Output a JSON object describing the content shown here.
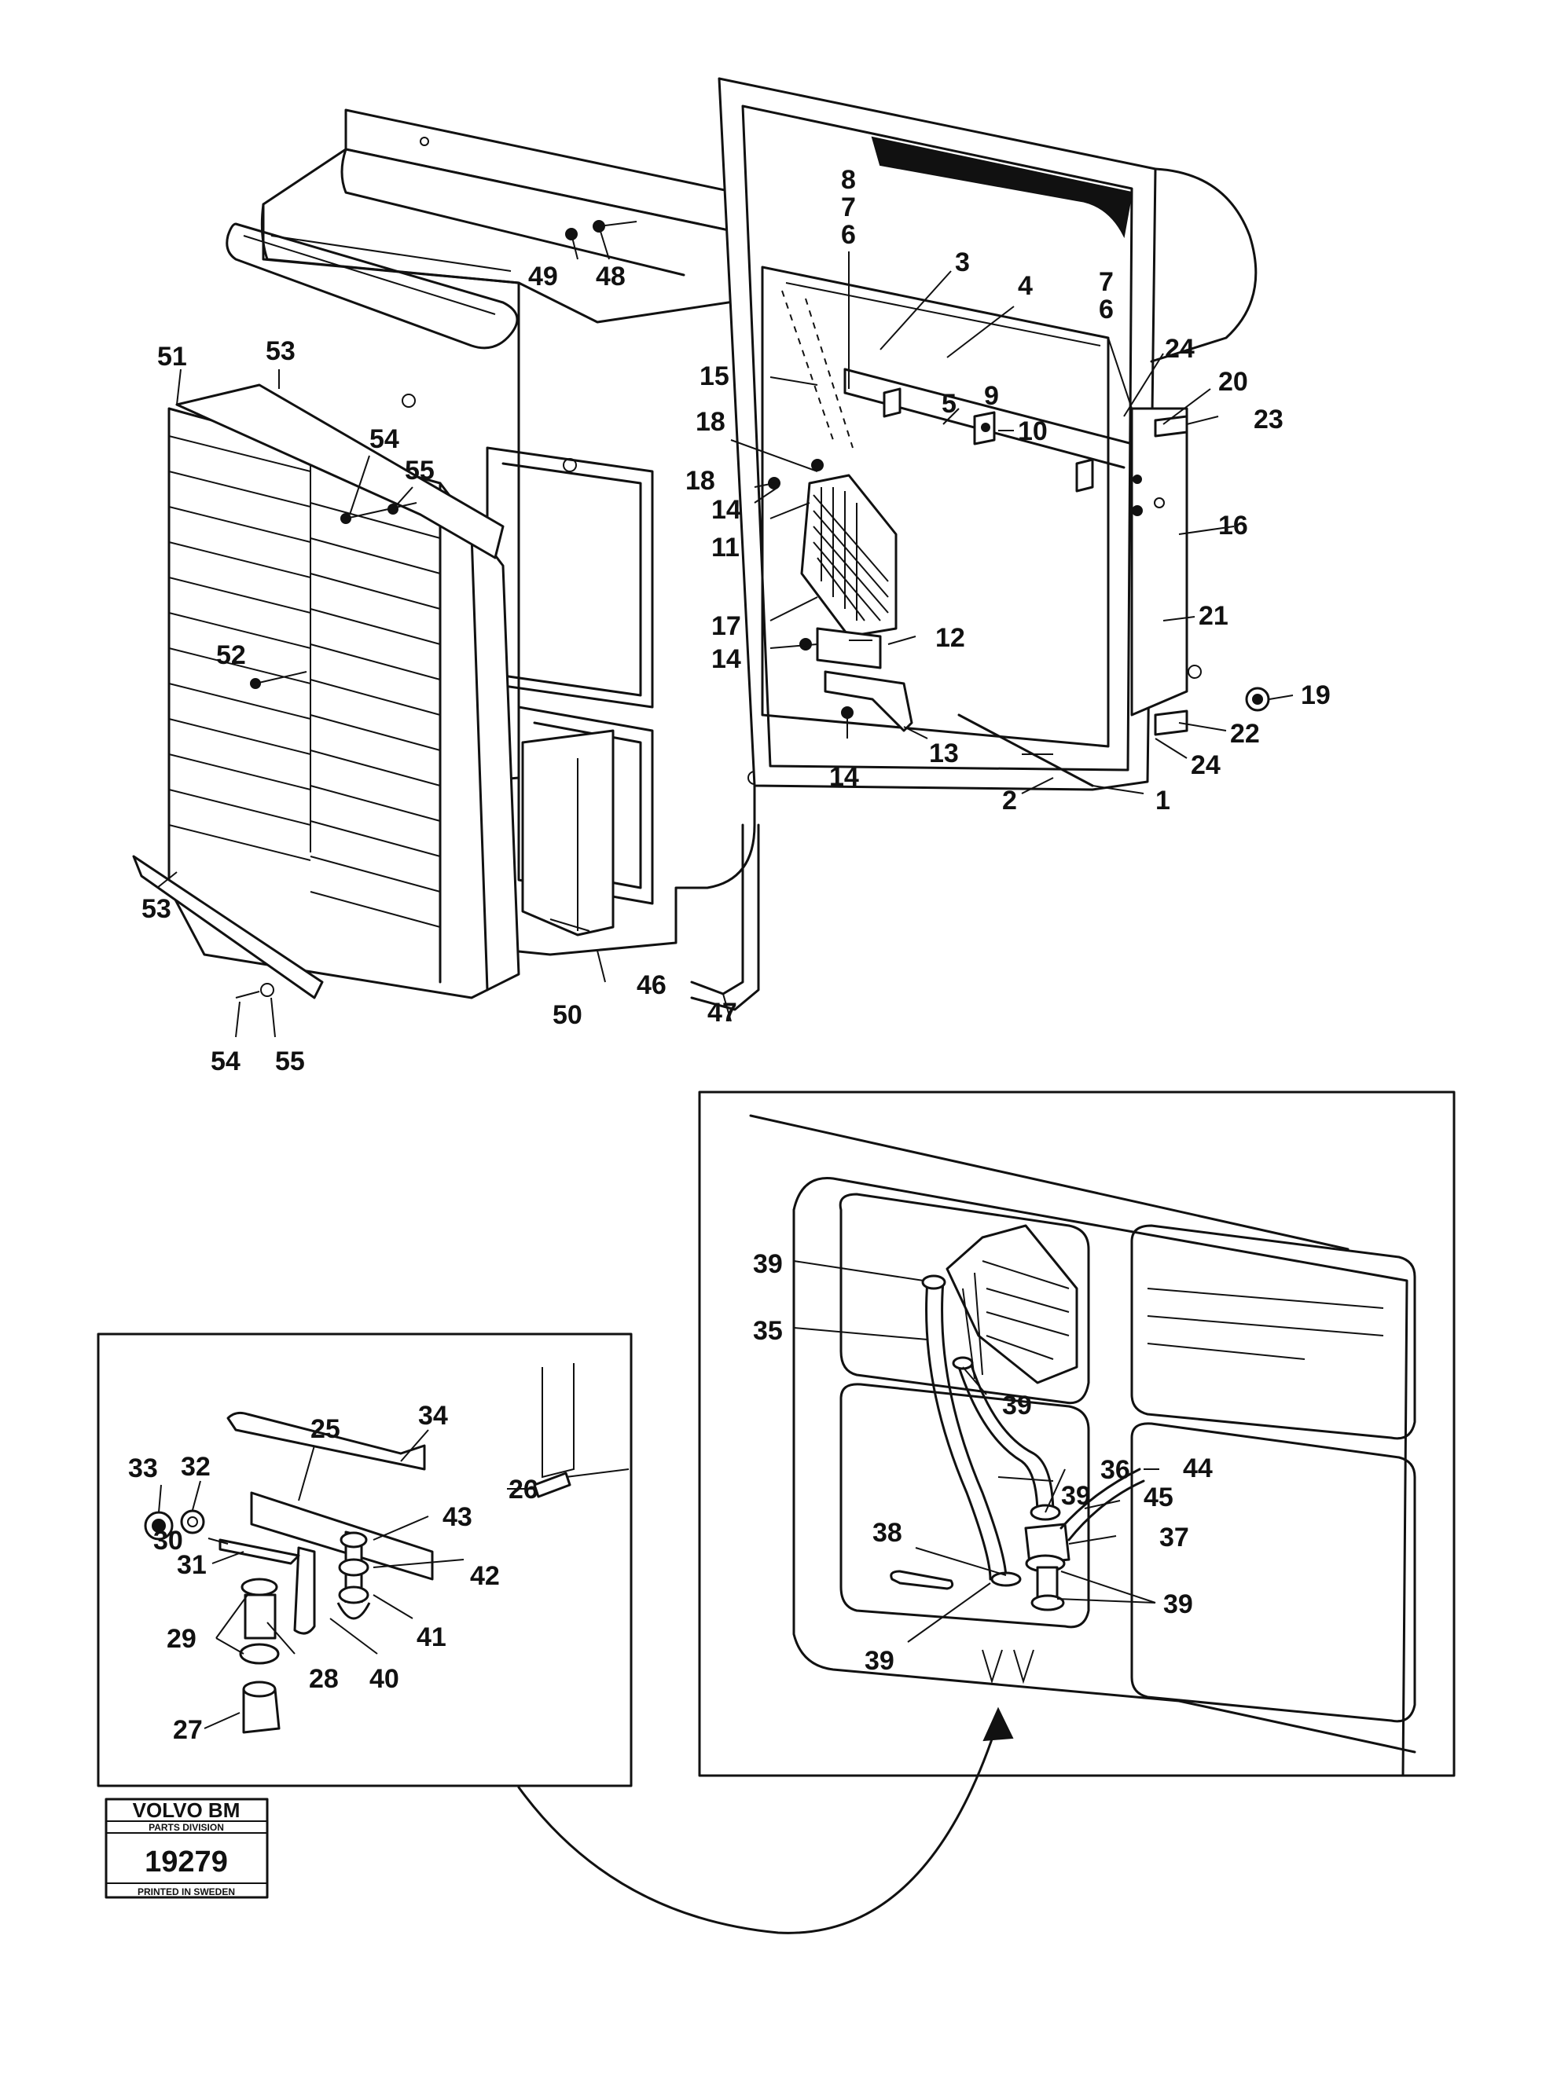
{
  "callouts": {
    "c1": "1",
    "c2": "2",
    "c3": "3",
    "c4": "4",
    "c5": "5",
    "c6a": "6",
    "c6b": "6",
    "c7a": "7",
    "c7b": "7",
    "c8": "8",
    "c9": "9",
    "c10": "10",
    "c11": "11",
    "c12": "12",
    "c13": "13",
    "c14a": "14",
    "c14b": "14",
    "c14c": "14",
    "c15": "15",
    "c16": "16",
    "c17": "17",
    "c18a": "18",
    "c18b": "18",
    "c19": "19",
    "c20": "20",
    "c21": "21",
    "c22": "22",
    "c23": "23",
    "c24a": "24",
    "c24b": "24",
    "c25": "25",
    "c26": "26",
    "c27": "27",
    "c28": "28",
    "c29": "29",
    "c30": "30",
    "c31": "31",
    "c32": "32",
    "c33": "33",
    "c34": "34",
    "c35": "35",
    "c36": "36",
    "c37": "37",
    "c38": "38",
    "c39a": "39",
    "c39b": "39",
    "c39c": "39",
    "c39d": "39",
    "c39e": "39",
    "c40": "40",
    "c41": "41",
    "c42": "42",
    "c43": "43",
    "c44": "44",
    "c45": "45",
    "c46": "46",
    "c47": "47",
    "c48": "48",
    "c49": "49",
    "c50": "50",
    "c51": "51",
    "c52": "52",
    "c53a": "53",
    "c53b": "53",
    "c54a": "54",
    "c54b": "54",
    "c55a": "55",
    "c55b": "55"
  },
  "stamp": {
    "brand": "VOLVO BM",
    "division": "PARTS DIVISION",
    "number": "19279",
    "printed": "PRINTED IN SWEDEN"
  }
}
